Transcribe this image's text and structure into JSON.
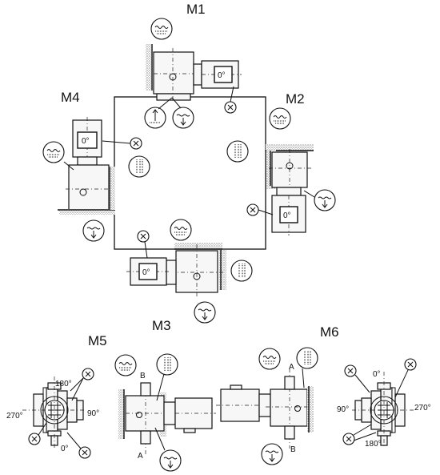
{
  "positions": {
    "m1": "M1",
    "m2": "M2",
    "m3": "M3",
    "m4": "M4",
    "m5": "M5",
    "m6": "M6"
  },
  "angles": {
    "a0": "0°",
    "a90": "90°",
    "a180": "180°",
    "a270": "270°"
  },
  "markers": {
    "x": "X",
    "a": "A",
    "b": "B"
  }
}
